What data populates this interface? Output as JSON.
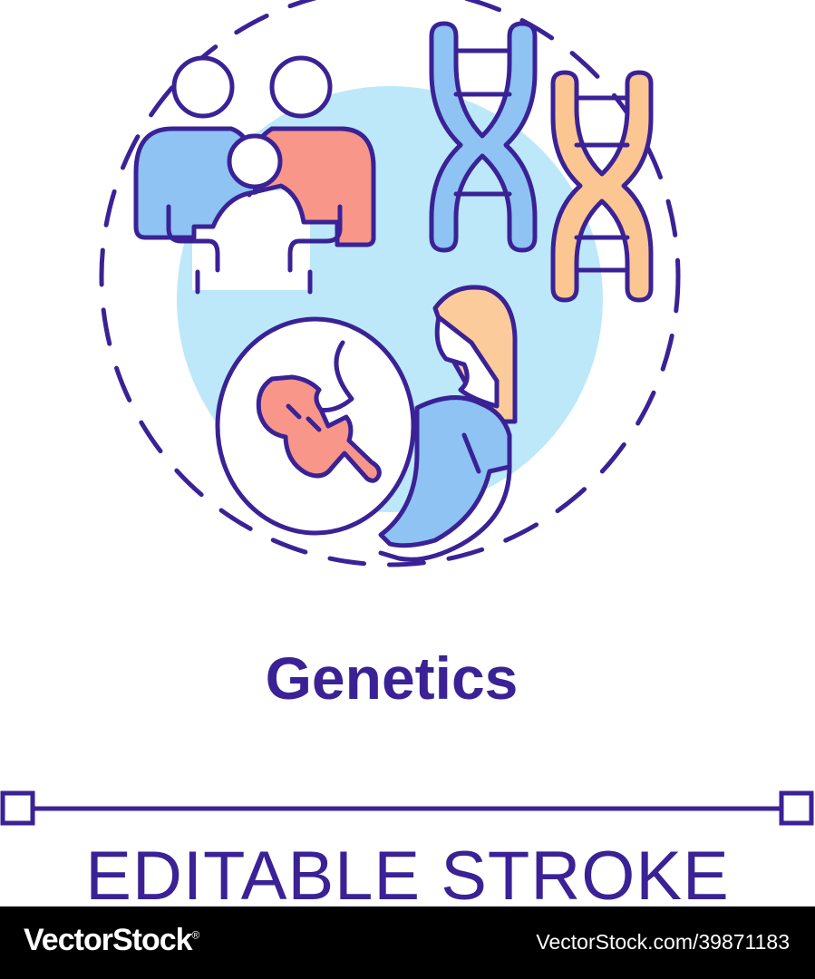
{
  "illustration": {
    "icons": [
      "parents-icon",
      "chromosome-blue-icon",
      "chromosome-orange-icon",
      "pregnant-woman-icon",
      "fetus-icon"
    ],
    "colors": {
      "stroke": "#3a2296",
      "bg_circle": "#bde8f9",
      "blue": "#8ec3f3",
      "salmon": "#f8968a",
      "orange": "#fcc692",
      "hair": "#fccb9c"
    }
  },
  "title": "Genetics",
  "editable_stroke": "EDITABLE STROKE",
  "footer": {
    "brand": "VectorStock",
    "registered": "®",
    "url": "VectorStock.com/39871183"
  }
}
